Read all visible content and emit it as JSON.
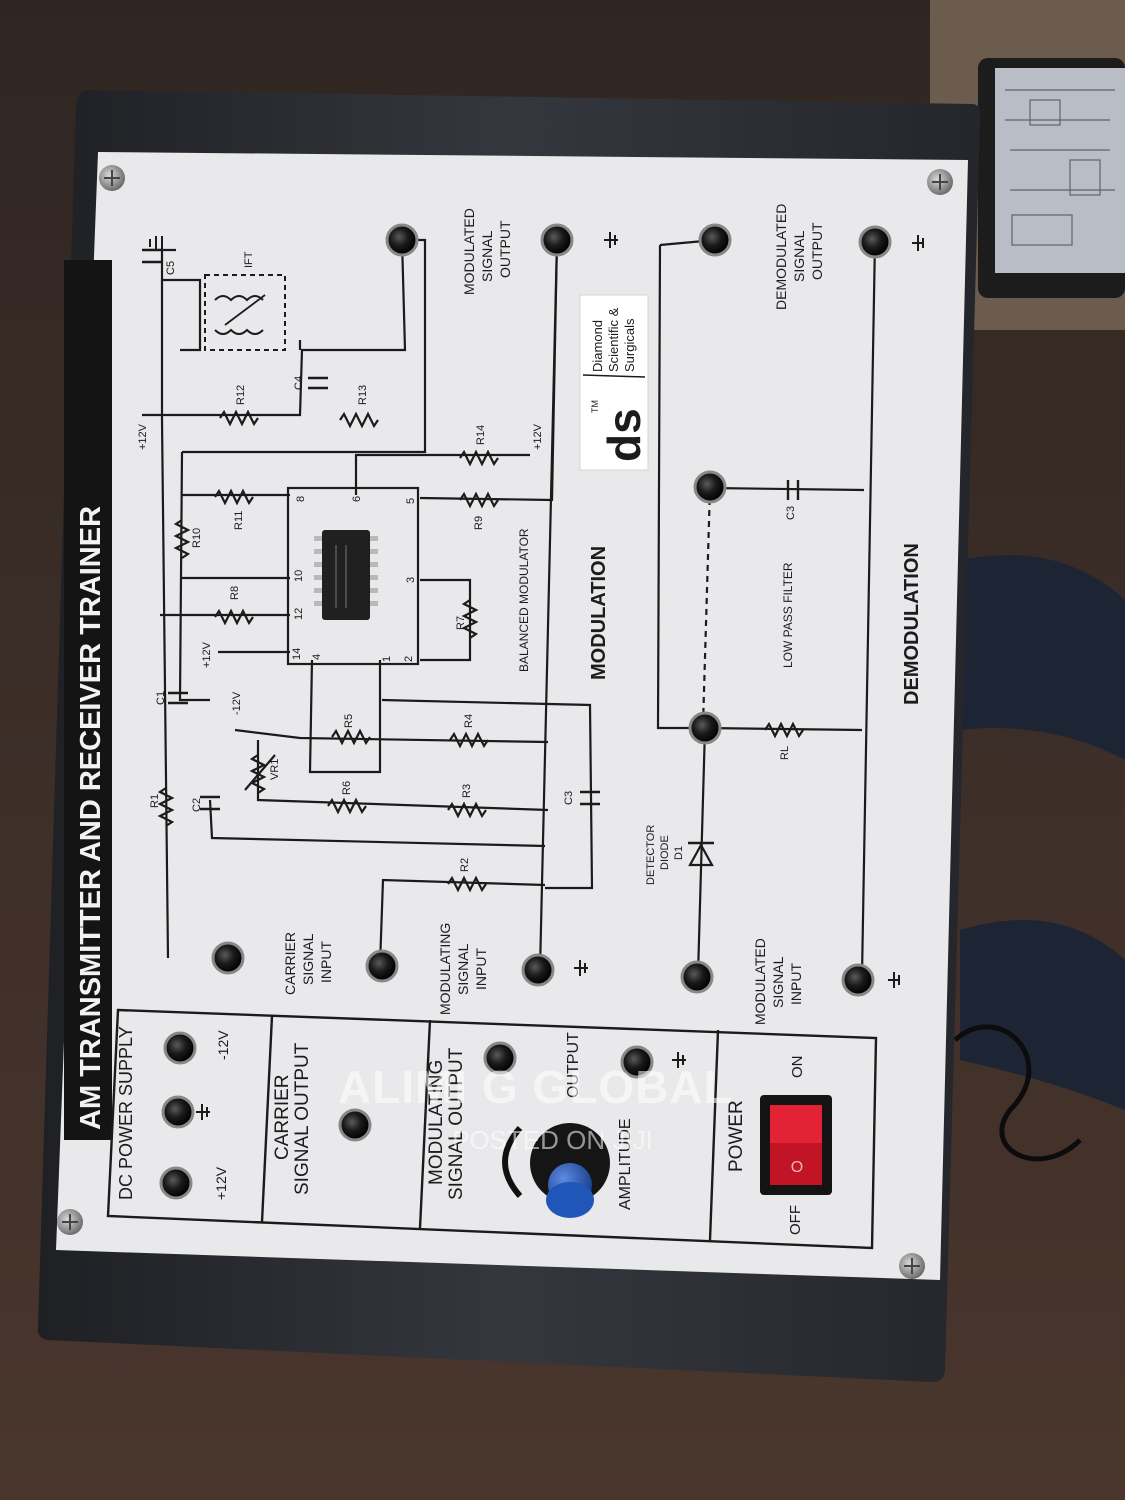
{
  "panel": {
    "title": "AM TRANSMITTER AND RECEIVER TRAINER",
    "brand_logo": "ds",
    "brand_tm": "TM",
    "brand_name": [
      "Diamond",
      "Scientific &",
      "Surgicals"
    ]
  },
  "sections": {
    "modulation": "MODULATION",
    "demodulation": "DEMODULATION",
    "balanced_modulator": "BALANCED MODULATOR",
    "low_pass_filter": "LOW PASS FILTER",
    "dc_power_supply": "DC POWER SUPPLY",
    "carrier_signal_output": [
      "CARRIER",
      "SIGNAL OUTPUT"
    ],
    "modulating_signal_output": [
      "MODULATING",
      "SIGNAL OUTPUT"
    ],
    "output": "OUTPUT",
    "amplitude": "AMPLITUDE",
    "power": "POWER",
    "on": "ON",
    "off": "OFF"
  },
  "terminals": {
    "modulated_signal_output": [
      "MODULATED",
      "SIGNAL",
      "OUTPUT"
    ],
    "demodulated_signal_output": [
      "DEMODULATED",
      "SIGNAL",
      "OUTPUT"
    ],
    "carrier_signal_input": [
      "CARRIER",
      "SIGNAL",
      "INPUT"
    ],
    "modulating_signal_input": [
      "MODULATING",
      "SIGNAL",
      "INPUT"
    ],
    "modulated_signal_input": [
      "MODULATED",
      "SIGNAL",
      "INPUT"
    ],
    "detector_diode": [
      "DETECTOR",
      "DIODE",
      "D1"
    ],
    "plus12": "+12V",
    "minus12": "-12V"
  },
  "components": [
    "C1",
    "C2",
    "C3",
    "C4",
    "C5",
    "R1",
    "R2",
    "R3",
    "R4",
    "R5",
    "R6",
    "R7",
    "R8",
    "R9",
    "R10",
    "R11",
    "R12",
    "R13",
    "R14",
    "VR1",
    "IFT",
    "RL",
    "C3"
  ],
  "ic_pins": [
    "8",
    "6",
    "5",
    "10",
    "3",
    "12",
    "14",
    "4",
    "1",
    "2"
  ],
  "watermark": {
    "line1": "ALIMI G GLOBAL",
    "line2": "POSTED ON JIJI"
  },
  "colors": {
    "panel": "#e9e9ec",
    "case": "#2a2c31",
    "switch": "#d8192a",
    "knob": "#1f56b8"
  }
}
